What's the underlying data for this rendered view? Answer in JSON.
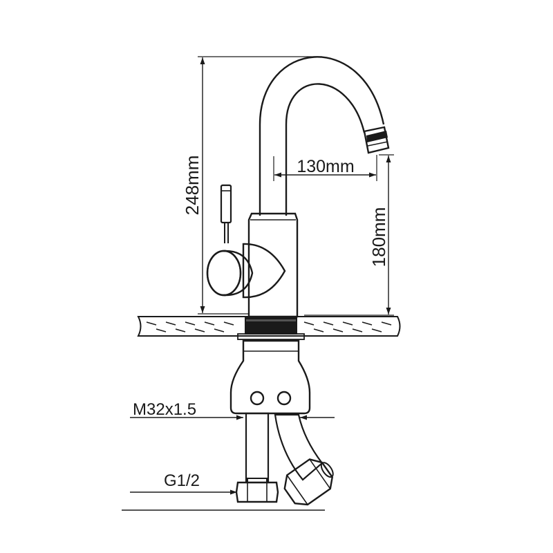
{
  "dimensions": {
    "total_height": "248mm",
    "spout_reach": "130mm",
    "spout_height": "180mm"
  },
  "threads": {
    "mount": "M32x1.5",
    "inlet": "G1/2"
  },
  "colors": {
    "line": "#1a1a1a",
    "background": "#ffffff"
  }
}
